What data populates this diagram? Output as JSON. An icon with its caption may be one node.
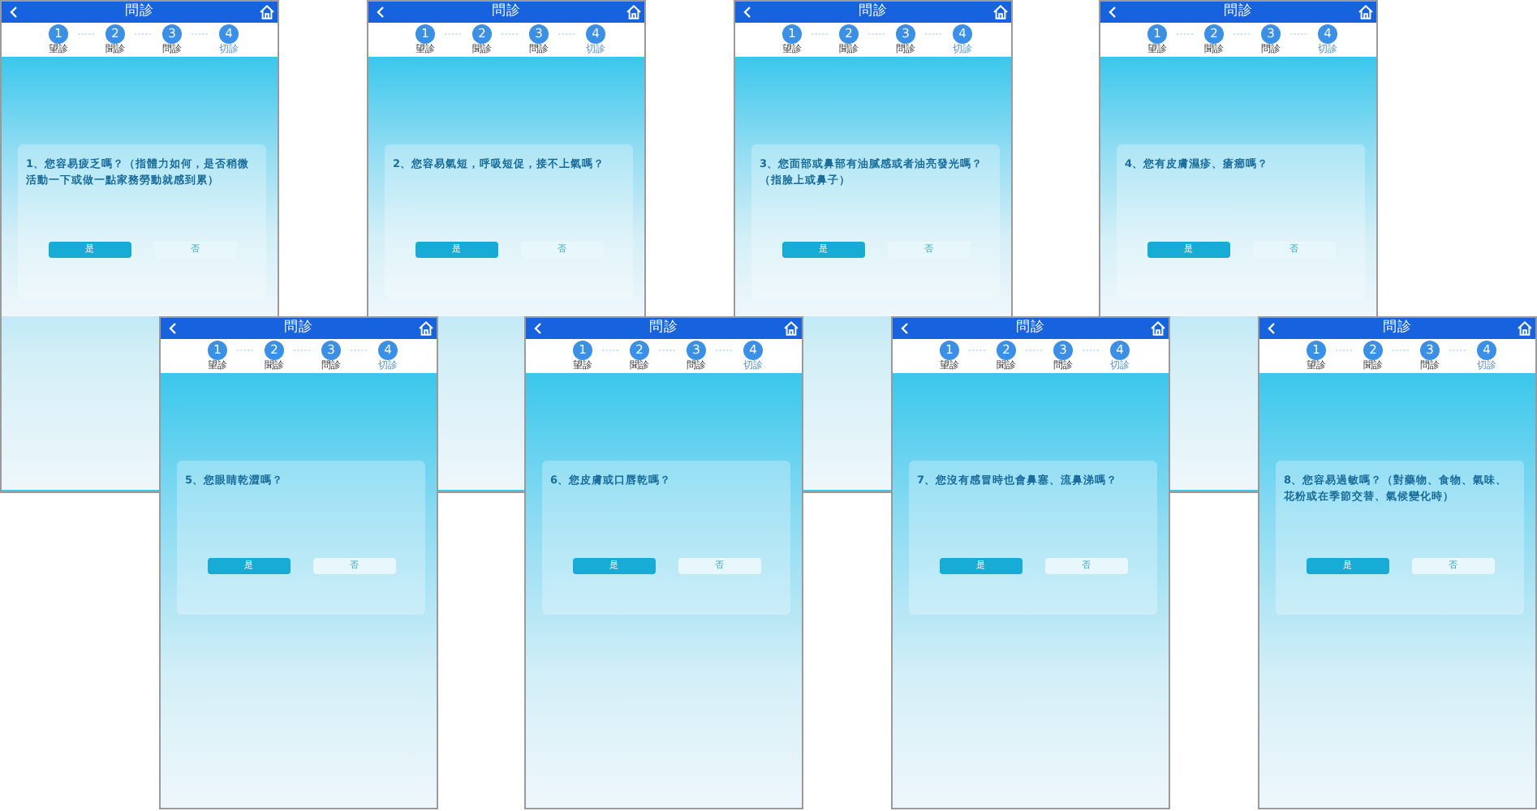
{
  "diagram": {
    "nodes": [
      {
        "text": [
          "問診"
        ]
      },
      {
        "text": [
          "1",
          "望診"
        ],
        "in": 0
      },
      {
        "text": [
          "2",
          "聞診"
        ],
        "in": 0
      },
      {
        "text": [
          "3",
          "問診"
        ],
        "in": 0
      },
      {
        "text": [
          "4",
          "切診"
        ],
        "in": 0
      },
      {
        "text": [
          "1、您容易疲乏嗎？（指體力如何，是否稍微活動一下或做一點家務勞動就感到累）"
        ],
        "in": 0
      },
      {
        "text": [
          "是"
        ],
        "in": 5
      },
      {
        "text": [
          "否"
        ],
        "in": 5
      },
      {
        "text": [
          "問診"
        ]
      },
      {
        "text": [
          "1",
          "望診"
        ],
        "in": 8
      },
      {
        "text": [
          "2",
          "聞診"
        ],
        "in": 8
      },
      {
        "text": [
          "3",
          "問診"
        ],
        "in": 8
      },
      {
        "text": [
          "4",
          "切診"
        ],
        "in": 8
      },
      {
        "text": [
          "2、您容易氣短，呼吸短促，接不上氣嗎？"
        ],
        "in": 8
      },
      {
        "text": [
          "是"
        ],
        "in": 13
      },
      {
        "text": [
          "否"
        ],
        "in": 13
      },
      {
        "text": [
          "問診"
        ]
      },
      {
        "text": [
          "1",
          "望診"
        ],
        "in": 16
      },
      {
        "text": [
          "2",
          "聞診"
        ],
        "in": 16
      },
      {
        "text": [
          "3",
          "問診"
        ],
        "in": 16
      },
      {
        "text": [
          "4",
          "切診"
        ],
        "in": 16
      },
      {
        "text": [
          "3、您面部或鼻部有油膩感或者油亮發光嗎？（指臉上或鼻子）"
        ],
        "in": 16
      },
      {
        "text": [
          "是"
        ],
        "in": 21
      },
      {
        "text": [
          "否"
        ],
        "in": 21
      },
      {
        "text": [
          "問診"
        ]
      },
      {
        "text": [
          "1",
          "望診"
        ],
        "in": 24
      },
      {
        "text": [
          "2",
          "聞診"
        ],
        "in": 24
      },
      {
        "text": [
          "3",
          "問診"
        ],
        "in": 24
      },
      {
        "text": [
          "4",
          "切診"
        ],
        "in": 24
      },
      {
        "text": [
          "4、您有皮膚濕疹、瘡癤嗎？"
        ],
        "in": 24
      },
      {
        "text": [
          "是"
        ],
        "in": 29
      },
      {
        "text": [
          "否"
        ],
        "in": 29
      },
      {
        "text": [
          "問診"
        ]
      },
      {
        "text": [
          "1",
          "望診"
        ],
        "in": 32
      },
      {
        "text": [
          "2",
          "聞診"
        ],
        "in": 32
      },
      {
        "text": [
          "3",
          "問診"
        ],
        "in": 32
      },
      {
        "text": [
          "4",
          "切診"
        ],
        "in": 32
      },
      {
        "text": [
          "5、您眼睛乾澀嗎？"
        ],
        "in": 32
      },
      {
        "text": [
          "是"
        ],
        "in": 37
      },
      {
        "text": [
          "否"
        ],
        "in": 37
      },
      {
        "text": [
          "問診"
        ]
      },
      {
        "text": [
          "1",
          "望診"
        ],
        "in": 40
      },
      {
        "text": [
          "2",
          "聞診"
        ],
        "in": 40
      },
      {
        "text": [
          "3",
          "問診"
        ],
        "in": 40
      },
      {
        "text": [
          "4",
          "切診"
        ],
        "in": 40
      },
      {
        "text": [
          "6、您皮膚或口唇乾嗎？"
        ],
        "in": 40
      },
      {
        "text": [
          "是"
        ],
        "in": 45
      },
      {
        "text": [
          "否"
        ],
        "in": 45
      },
      {
        "text": [
          "問診"
        ]
      },
      {
        "text": [
          "1",
          "望診"
        ],
        "in": 48
      },
      {
        "text": [
          "2",
          "聞診"
        ],
        "in": 48
      },
      {
        "text": [
          "3",
          "問診"
        ],
        "in": 48
      },
      {
        "text": [
          "4",
          "切診"
        ],
        "in": 48
      },
      {
        "text": [
          "7、您沒有感冒時也會鼻塞、流鼻涕嗎？"
        ],
        "in": 48
      },
      {
        "text": [
          "是"
        ],
        "in": 53
      },
      {
        "text": [
          "否"
        ],
        "in": 53
      },
      {
        "text": [
          "問診"
        ]
      },
      {
        "text": [
          "1",
          "望診"
        ],
        "in": 56
      },
      {
        "text": [
          "2",
          "聞診"
        ],
        "in": 56
      },
      {
        "text": [
          "3",
          "問診"
        ],
        "in": 56
      },
      {
        "text": [
          "4",
          "切診"
        ],
        "in": 56
      },
      {
        "text": [
          "8、您容易過敏嗎？（對藥物、食物、氣味、花粉或在季節交替、氣候變化時）"
        ],
        "in": 56
      },
      {
        "text": [
          "是"
        ],
        "in": 61
      },
      {
        "text": [
          "否"
        ],
        "in": 61
      }
    ],
    "edges": [
      {
        "from": 1,
        "to": 2,
        "arrow": "none",
        "style": "dashed"
      },
      {
        "from": 2,
        "to": 3,
        "arrow": "none",
        "style": "dashed"
      },
      {
        "from": 3,
        "to": 4,
        "arrow": "none",
        "style": "dashed"
      },
      {
        "from": 9,
        "to": 10,
        "arrow": "none",
        "style": "dashed"
      },
      {
        "from": 10,
        "to": 11,
        "arrow": "none",
        "style": "dashed"
      },
      {
        "from": 11,
        "to": 12,
        "arrow": "none",
        "style": "dashed"
      },
      {
        "from": 17,
        "to": 18,
        "arrow": "none",
        "style": "dashed"
      },
      {
        "from": 18,
        "to": 19,
        "arrow": "none",
        "style": "dashed"
      },
      {
        "from": 19,
        "to": 20,
        "arrow": "none",
        "style": "dashed"
      },
      {
        "from": 25,
        "to": 26,
        "arrow": "none",
        "style": "dashed"
      },
      {
        "from": 26,
        "to": 27,
        "arrow": "none",
        "style": "dashed"
      },
      {
        "from": 27,
        "to": 28,
        "arrow": "none",
        "style": "dashed"
      },
      {
        "from": 33,
        "to": 34,
        "arrow": "none",
        "style": "dashed"
      },
      {
        "from": 34,
        "to": 35,
        "arrow": "none",
        "style": "dashed"
      },
      {
        "from": 35,
        "to": 36,
        "arrow": "none",
        "style": "dashed"
      },
      {
        "from": 41,
        "to": 42,
        "arrow": "none",
        "style": "dashed"
      },
      {
        "from": 42,
        "to": 43,
        "arrow": "none",
        "style": "dashed"
      },
      {
        "from": 43,
        "to": 44,
        "arrow": "none",
        "style": "dashed"
      },
      {
        "from": 49,
        "to": 50,
        "arrow": "none",
        "style": "dashed"
      },
      {
        "from": 50,
        "to": 51,
        "arrow": "none",
        "style": "dashed"
      },
      {
        "from": 51,
        "to": 52,
        "arrow": "none",
        "style": "dashed"
      },
      {
        "from": 57,
        "to": 58,
        "arrow": "none",
        "style": "dashed"
      },
      {
        "from": 58,
        "to": 59,
        "arrow": "none",
        "style": "dashed"
      },
      {
        "from": 59,
        "to": 60,
        "arrow": "none",
        "style": "dashed"
      }
    ]
  }
}
